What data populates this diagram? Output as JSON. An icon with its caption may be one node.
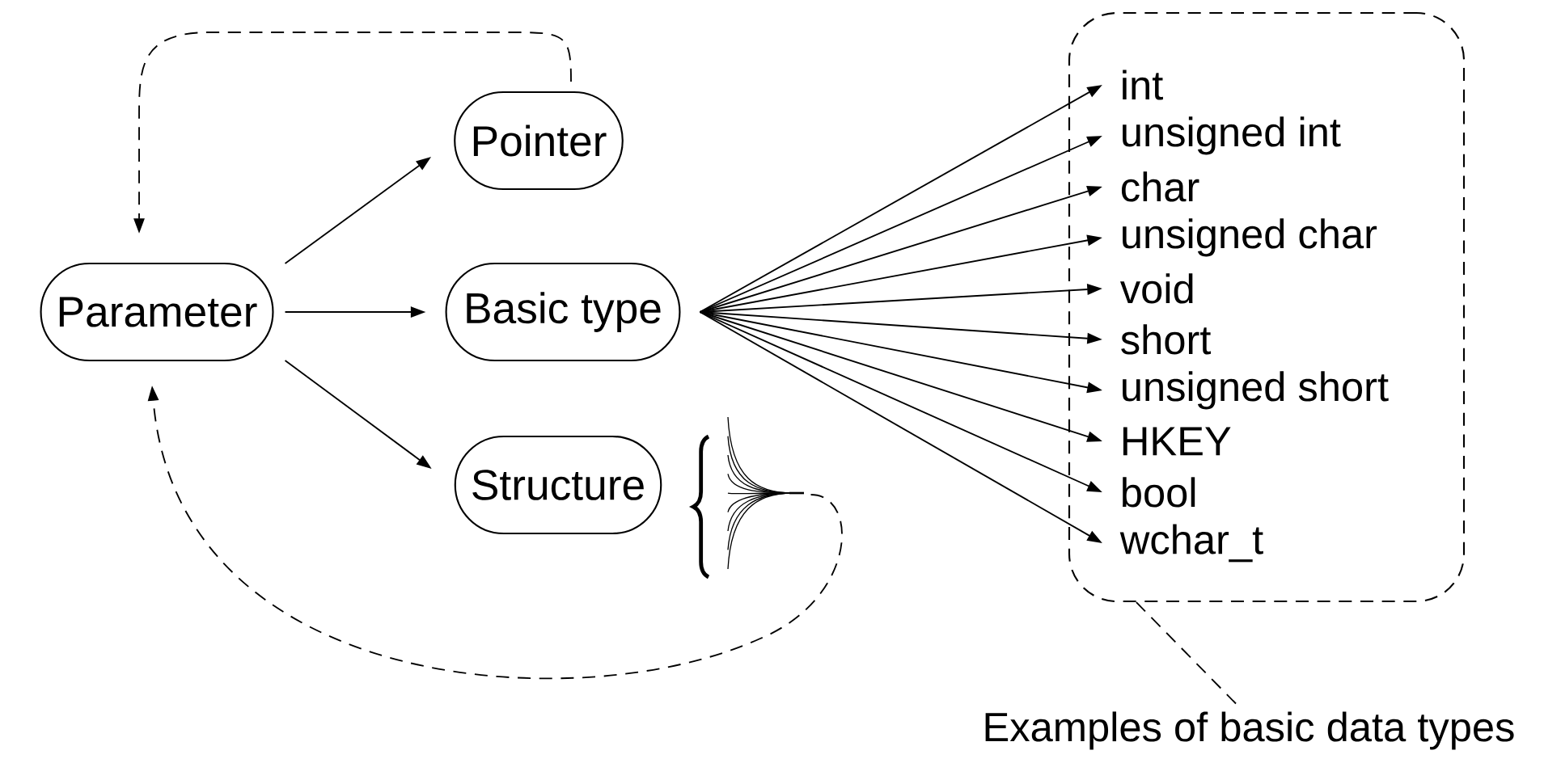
{
  "diagram": {
    "nodes": [
      {
        "text": [
          "Parameter"
        ]
      },
      {
        "text": [
          "Pointer"
        ]
      },
      {
        "text": [
          "Basic type"
        ]
      },
      {
        "text": [
          "Structure"
        ]
      },
      {
        "text": [],
        "shape": "box"
      },
      {
        "text": [
          "int"
        ],
        "in": 4
      },
      {
        "text": [
          "unsigned int"
        ],
        "in": 4
      },
      {
        "text": [
          "char"
        ],
        "in": 4
      },
      {
        "text": [
          "unsigned char"
        ],
        "in": 4
      },
      {
        "text": [
          "void"
        ],
        "in": 4
      },
      {
        "text": [
          "short"
        ],
        "in": 4
      },
      {
        "text": [
          "unsigned short"
        ],
        "in": 4
      },
      {
        "text": [
          "HKEY"
        ],
        "in": 4
      },
      {
        "text": [
          "bool"
        ],
        "in": 4
      },
      {
        "text": [
          "wchar_t"
        ],
        "in": 4
      },
      {
        "text": [
          "Examples of basic data types"
        ]
      },
      {
        "text": [],
        "shape": "picture"
      }
    ],
    "edges": [
      {
        "from": 0,
        "to": 1,
        "arrow": "to"
      },
      {
        "from": 0,
        "to": 2,
        "arrow": "to"
      },
      {
        "from": 0,
        "to": 3,
        "arrow": "to"
      },
      {
        "from": 1,
        "to": 0,
        "arrow": "to",
        "style": "dashed"
      },
      {
        "from": 2,
        "to": 5,
        "arrow": "to"
      },
      {
        "from": 2,
        "to": 6,
        "arrow": "to"
      },
      {
        "from": 2,
        "to": 7,
        "arrow": "to"
      },
      {
        "from": 2,
        "to": 8,
        "arrow": "to"
      },
      {
        "from": 2,
        "to": 9,
        "arrow": "to"
      },
      {
        "from": 2,
        "to": 10,
        "arrow": "to"
      },
      {
        "from": 2,
        "to": 11,
        "arrow": "to"
      },
      {
        "from": 2,
        "to": 12,
        "arrow": "to"
      },
      {
        "from": 2,
        "to": 13,
        "arrow": "to"
      },
      {
        "from": 2,
        "to": 14,
        "arrow": "to"
      },
      {
        "from": 16,
        "to": 0,
        "arrow": "to",
        "style": "dashed"
      },
      {
        "from": 15,
        "to": 4,
        "arrow": "none",
        "style": "dashed"
      }
    ]
  }
}
